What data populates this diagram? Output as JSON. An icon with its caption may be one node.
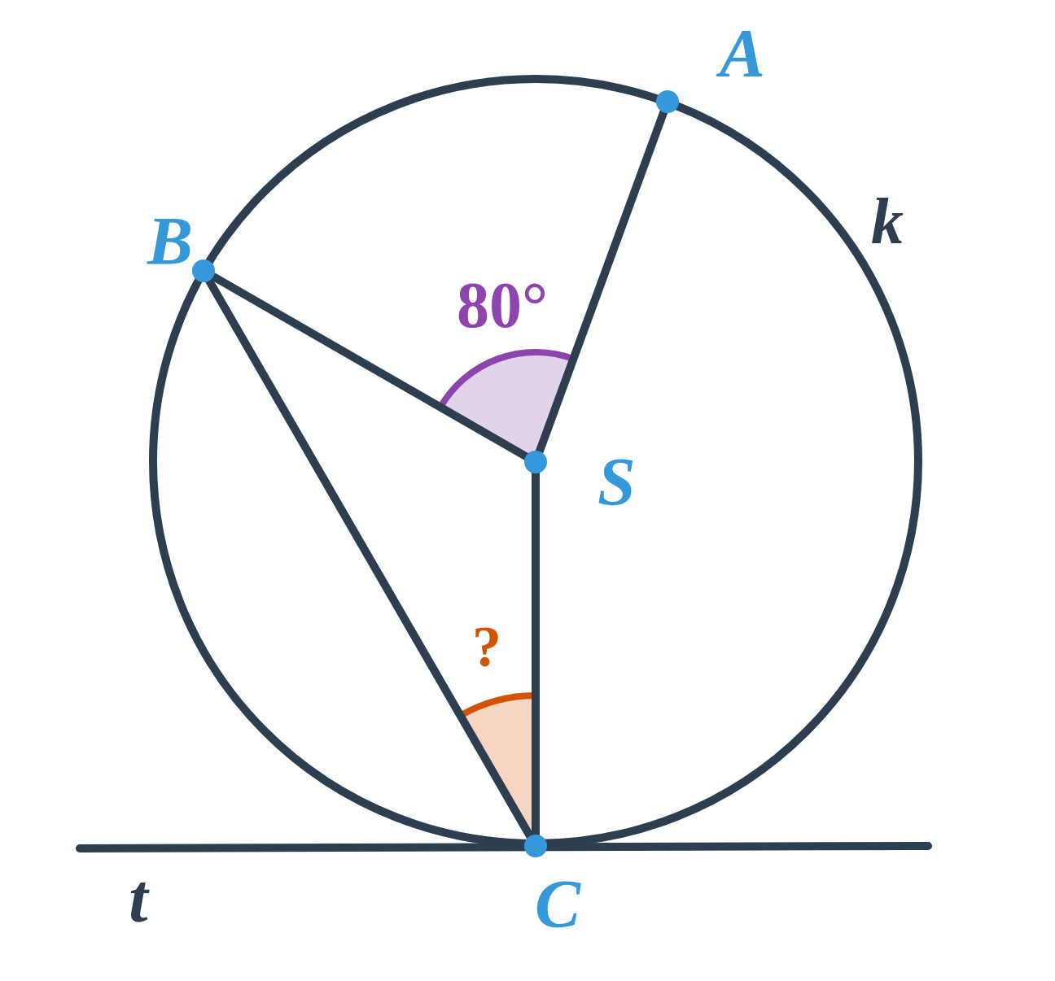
{
  "diagram": {
    "nodes": [
      {
        "text": [
          "A"
        ]
      },
      {
        "text": [
          "B"
        ]
      },
      {
        "text": [
          "S"
        ]
      },
      {
        "text": [
          "C"
        ]
      }
    ],
    "edges": [
      {
        "from": 2,
        "to": 0,
        "arrow": "none"
      },
      {
        "from": 2,
        "to": 1,
        "arrow": "none"
      },
      {
        "from": 1,
        "to": 3,
        "arrow": "none"
      },
      {
        "from": 2,
        "to": 3,
        "arrow": "none"
      }
    ],
    "labels": [
      "k",
      "80°",
      "?",
      "t"
    ]
  }
}
